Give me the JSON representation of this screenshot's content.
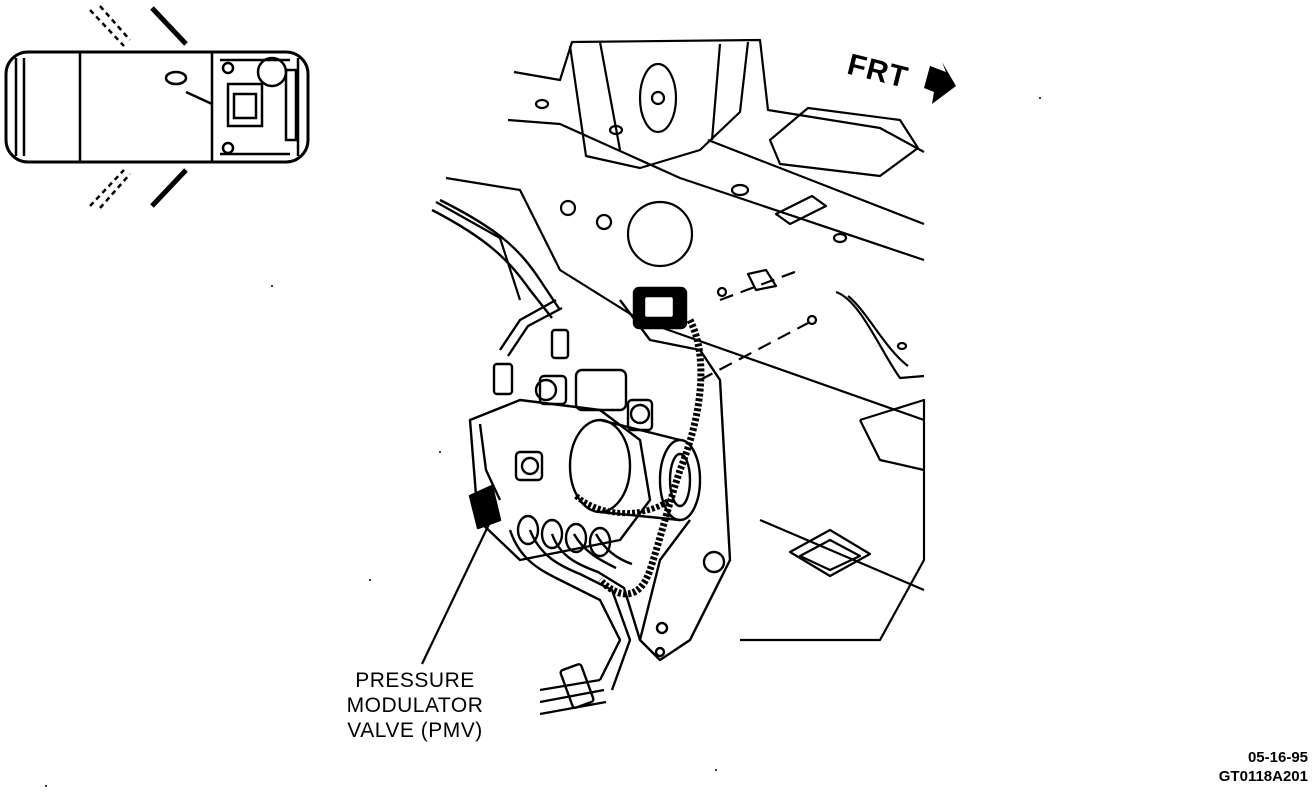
{
  "labels": {
    "callout_line1": "PRESSURE",
    "callout_line2": "MODULATOR",
    "callout_line3": "VALVE (PMV)",
    "direction": "FRT"
  },
  "identifier": {
    "date": "05-16-95",
    "code": "GT0118A201"
  },
  "icons": [
    "vehicle-locator-icon",
    "front-arrow-icon"
  ]
}
